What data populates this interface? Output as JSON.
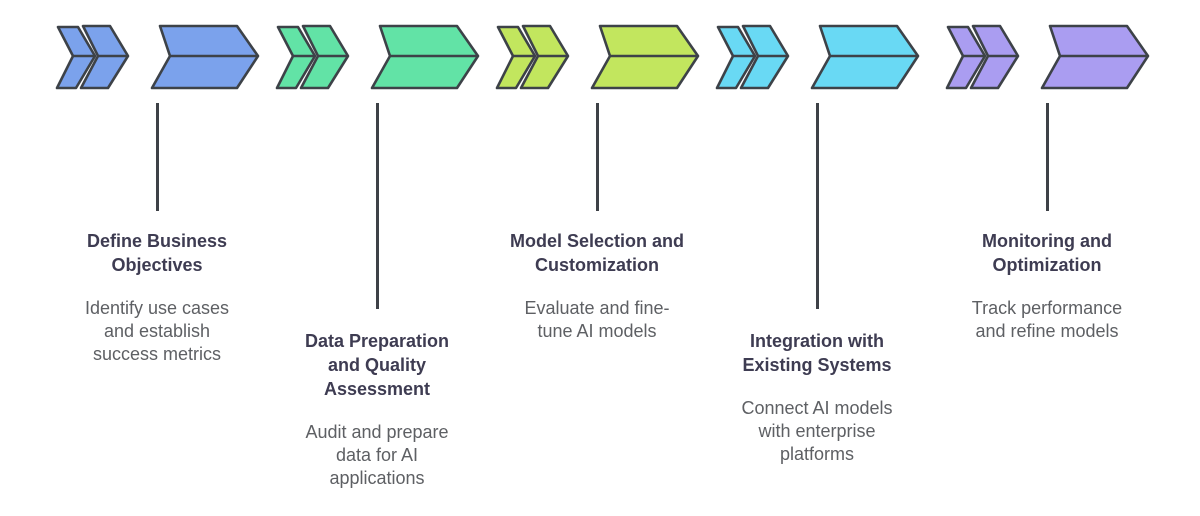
{
  "diagram": {
    "type": "process-flow-timeline",
    "background_color": "#ffffff",
    "outline_color": "#3d4248",
    "connector_color": "#3e4147",
    "title_color": "#3e3c52",
    "description_color": "#5e6064",
    "steps": [
      {
        "icon": "triple-chevron-right-icon",
        "color": "#7ba2ec",
        "position": "upper",
        "title": "Define Business\nObjectives",
        "description": "Identify use cases\nand establish\nsuccess metrics"
      },
      {
        "icon": "triple-chevron-right-icon",
        "color": "#62e3a6",
        "position": "lower",
        "title": "Data Preparation\nand Quality\nAssessment",
        "description": "Audit and prepare\ndata for AI\napplications"
      },
      {
        "icon": "triple-chevron-right-icon",
        "color": "#c2e65e",
        "position": "upper",
        "title": "Model Selection and\nCustomization",
        "description": "Evaluate and fine-\ntune AI models"
      },
      {
        "icon": "triple-chevron-right-icon",
        "color": "#69d9f4",
        "position": "lower",
        "title": "Integration with\nExisting Systems",
        "description": "Connect AI models\nwith enterprise\nplatforms"
      },
      {
        "icon": "triple-chevron-right-icon",
        "color": "#aa9df1",
        "position": "upper",
        "title": "Monitoring and\nOptimization",
        "description": "Track performance\nand refine models"
      }
    ]
  }
}
